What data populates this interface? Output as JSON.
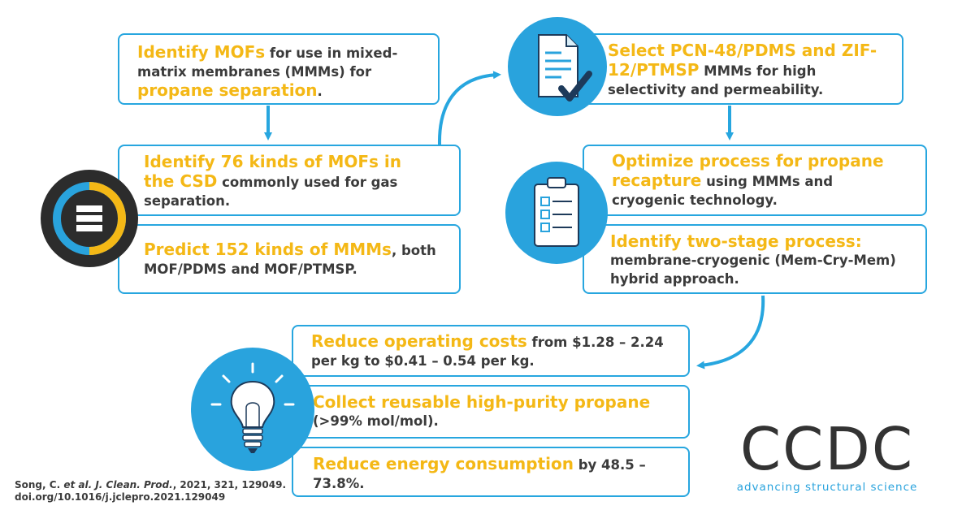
{
  "box1": {
    "h1": "Identify MOFs",
    "t1": " for use in mixed-matrix membranes (MMMs) for ",
    "h2": "propane separation",
    "t2": "."
  },
  "box2": {
    "h1": "Identify 76 kinds of MOFs in the CSD",
    "t1": " commonly used for gas separation."
  },
  "box3": {
    "h1": "Predict 152 kinds of MMMs",
    "t1": ", both MOF/PDMS and MOF/PTMSP."
  },
  "box4": {
    "h1": "Select PCN-48/PDMS and ZIF-12/PTMSP",
    "t1": " MMMs for high selectivity and permeability."
  },
  "box5": {
    "h1": "Optimize process for propane recapture",
    "t1": " using MMMs and cryogenic technology."
  },
  "box6": {
    "h1": "Identify two-stage process:",
    "t1": "membrane-cryogenic (Mem-Cry-Mem) hybrid approach."
  },
  "box7": {
    "h1": "Reduce operating costs",
    "t1": " from $1.28 – 2.24 per kg to $0.41 – 0.54 per kg."
  },
  "box8": {
    "h1": "Collect reusable high-purity propane",
    "t1": "(>99% mol/mol)."
  },
  "box9": {
    "h1": "Reduce energy consumption",
    "t1": " by 48.5 – 73.8%."
  },
  "citation": {
    "authors": "Song, C. ",
    "etal": "et al. J. Clean. Prod.",
    "rest": ", 2021, 321, 129049.",
    "doi": "doi.org/10.1016/j.jclepro.2021.129049"
  },
  "logo": {
    "name": "CCDC",
    "tagline": "advancing structural science"
  },
  "icons": [
    "database-icon",
    "document-check-icon",
    "clipboard-checklist-icon",
    "lightbulb-icon"
  ],
  "colors": {
    "accent": "#27a6df",
    "highlight": "#f4b816",
    "text": "#3b3b3b",
    "dark": "#333333"
  }
}
